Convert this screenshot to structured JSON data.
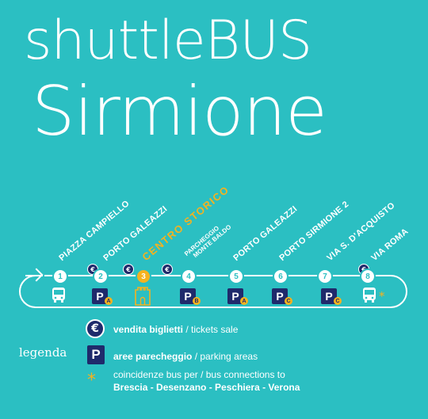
{
  "title": {
    "line1": "shuttleBUS",
    "line2": "Sirmione"
  },
  "stops": [
    {
      "num": "1",
      "label": "PIAZZA CAMPIELLO",
      "euro": false,
      "parking": "",
      "icon": "bus"
    },
    {
      "num": "2",
      "label": "PORTO GALEAZZI",
      "euro": true,
      "parking": "A",
      "icon": "parking"
    },
    {
      "num": "3",
      "label": "CENTRO STORICO",
      "euro": true,
      "parking": "",
      "icon": "castle",
      "highlight": true
    },
    {
      "num": "4",
      "label": "PARCHEGGIO",
      "sublabel": "MONTE BALDO",
      "euro": true,
      "parking": "B",
      "icon": "parking"
    },
    {
      "num": "5",
      "label": "PORTO GALEAZZI",
      "euro": false,
      "parking": "A",
      "icon": "parking"
    },
    {
      "num": "6",
      "label": "PORTO SIRMIONE 2",
      "euro": false,
      "parking": "C",
      "icon": "parking"
    },
    {
      "num": "7",
      "label": "VIA S. D'ACQUISTO",
      "euro": false,
      "parking": "C",
      "icon": "parking"
    },
    {
      "num": "8",
      "label": "VIA ROMA",
      "euro": true,
      "parking": "",
      "icon": "bus-star"
    }
  ],
  "legend": {
    "title": "legenda",
    "euro_symbol": "€",
    "park_symbol": "P",
    "star_symbol": "*",
    "tickets_bold": "vendita biglietti",
    "tickets_rest": " / tickets sale",
    "parking_bold": "aree parecheggio",
    "parking_rest": " / parking areas",
    "bus_line": "coincidenze bus per / bus connections to",
    "destinations": "Brescia - Desenzano - Peschiera - Verona"
  },
  "colors": {
    "background": "#2bbfc2",
    "navy": "#1f2a6b",
    "accent": "#f5b21f",
    "white": "#ffffff"
  }
}
